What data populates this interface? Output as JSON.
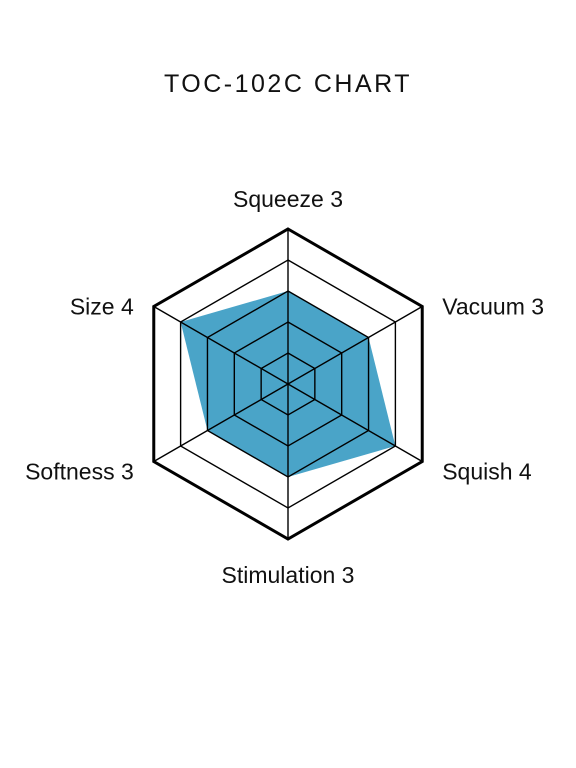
{
  "title": "TOC-102C CHART",
  "chart_data": {
    "type": "radar",
    "title": "TOC-102C CHART",
    "max": 5,
    "rings": 5,
    "axes": [
      {
        "name": "Squeeze",
        "value": 3,
        "label": "Squeeze 3"
      },
      {
        "name": "Vacuum",
        "value": 3,
        "label": "Vacuum 3"
      },
      {
        "name": "Squish",
        "value": 4,
        "label": "Squish 4"
      },
      {
        "name": "Stimulation",
        "value": 3,
        "label": "Stimulation 3"
      },
      {
        "name": "Softness",
        "value": 3,
        "label": "Softness 3"
      },
      {
        "name": "Size",
        "value": 4,
        "label": "Size 4"
      }
    ],
    "colors": {
      "fill": "#4aa4c8",
      "grid": "#000000",
      "text": "#111111"
    }
  }
}
